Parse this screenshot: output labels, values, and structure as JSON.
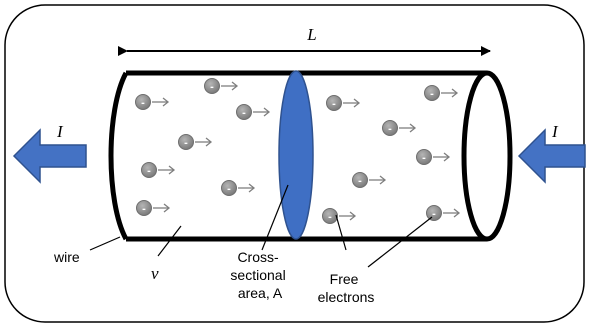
{
  "labels": {
    "length": "L",
    "current_left": "I",
    "current_right": "I",
    "wire": "wire",
    "velocity": "v",
    "cross_section": [
      "Cross-",
      "sectional",
      "area, A"
    ],
    "free_electrons": [
      "Free",
      "electrons"
    ]
  },
  "electron_symbol": "-",
  "colors": {
    "frame": "#000000",
    "wire_outline": "#000000",
    "cross_section_fill": "#3f6fc4",
    "current_arrow_fill": "#4472c4",
    "electron_fill": "#8c8c8c",
    "electron_arrow": "#7f7f7f"
  },
  "icons": {
    "current_left": "arrow-left-icon",
    "current_right": "arrow-left-icon",
    "electron": "electron-icon"
  }
}
